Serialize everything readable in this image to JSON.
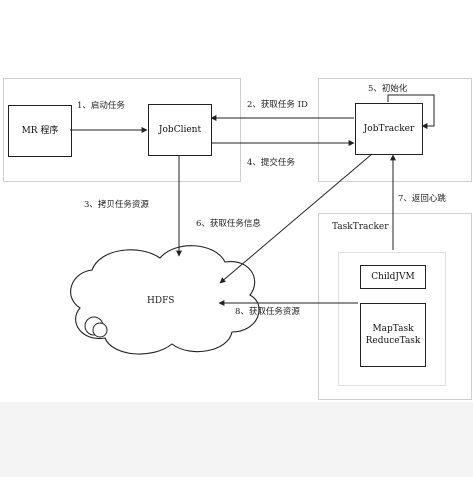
{
  "nodes": {
    "mr": "MR 程序",
    "jobclient": "JobClient",
    "jobtracker": "JobTracker",
    "tasktracker": "TaskTracker",
    "childjvm": "ChildJVM",
    "maptask": "MapTask",
    "reducetask": "ReduceTask",
    "hdfs": "HDFS"
  },
  "edges": {
    "e1": "1、启动任务",
    "e2": "2、获取任务 ID",
    "e3": "3、拷贝任务资源",
    "e4": "4、提交任务",
    "e5": "5、初始化",
    "e6": "6、获取任务信息",
    "e7": "7、返回心跳",
    "e8": "8、获取任务资源"
  },
  "colors": {
    "line": "#222222",
    "panel_border": "#cfcfcf",
    "background": "#ffffff"
  }
}
